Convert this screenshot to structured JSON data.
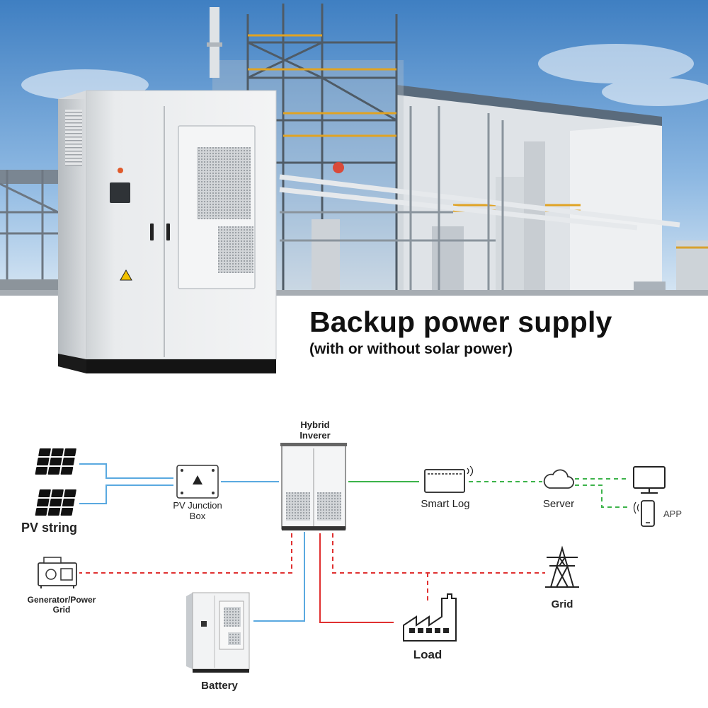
{
  "headline": {
    "title": "Backup power supply",
    "subtitle": "(with or without solar power)"
  },
  "diagram": {
    "pv_string": "PV string",
    "pv_junction_box": [
      "PV Junction",
      "Box"
    ],
    "hybrid_inverter": [
      "Hybrid",
      "Inverer"
    ],
    "smart_log": "Smart Log",
    "server": "Server",
    "app": "APP",
    "generator": [
      "Generator/Power",
      "Grid"
    ],
    "grid": "Grid",
    "battery": "Battery",
    "load": "Load"
  },
  "colors": {
    "dc_line": "#5aa9e0",
    "ac_line": "#e03030",
    "comm_line": "#3cb34a",
    "sky_top": "#4b86c6",
    "sky_bottom": "#c9ddef"
  }
}
